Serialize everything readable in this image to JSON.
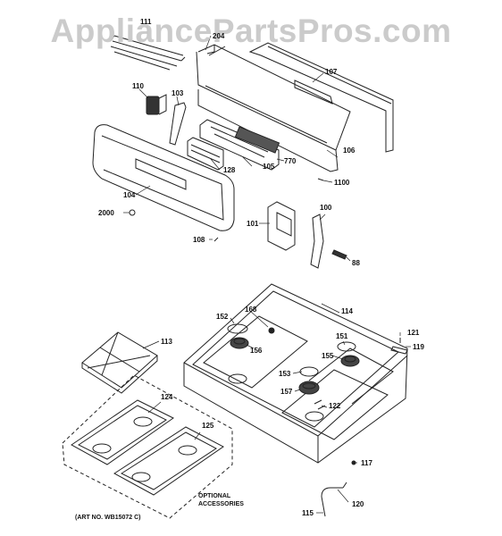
{
  "watermark": "AppliancePartsPros.com",
  "callouts": {
    "p111": "111",
    "p204": "204",
    "p107": "107",
    "p110": "110",
    "p103": "103",
    "p106": "106",
    "p770": "770",
    "p128": "128",
    "p105": "105",
    "p1100": "1100",
    "p104": "104",
    "p2000": "2000",
    "p101": "101",
    "p100": "100",
    "p108": "108",
    "p88": "88",
    "p114": "114",
    "p152": "152",
    "p168": "168",
    "p121": "121",
    "p151": "151",
    "p119": "119",
    "p113": "113",
    "p156": "156",
    "p155": "155",
    "p153": "153",
    "p157": "157",
    "p122": "122",
    "p124": "124",
    "p125": "125",
    "p117": "117",
    "p120": "120",
    "p115": "115"
  },
  "notes": {
    "optional_line1": "OPTIONAL",
    "optional_line2": "ACCESSORIES",
    "art_no": "(ART NO. WB15072 C)"
  }
}
